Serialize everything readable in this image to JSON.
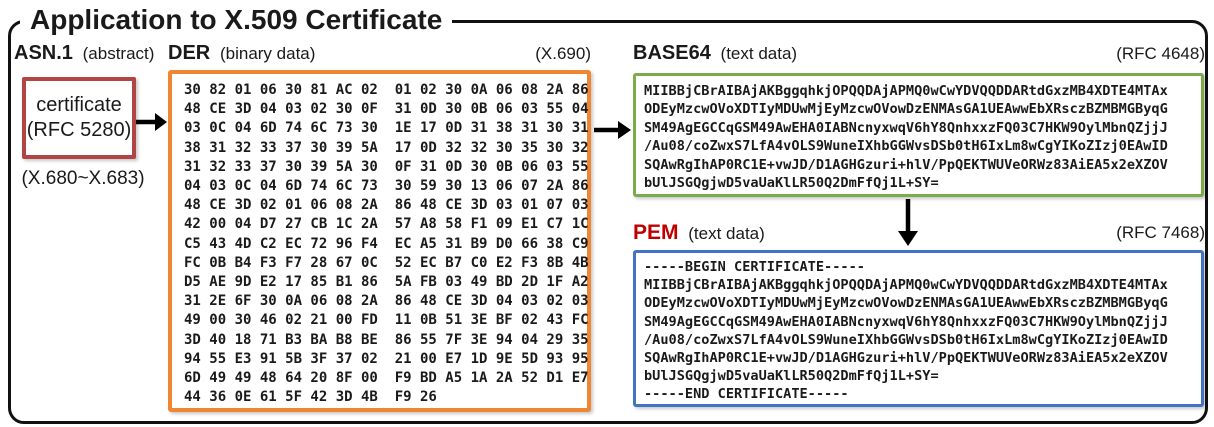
{
  "title": "Application to X.509 Certificate",
  "asn1": {
    "heading": "ASN.1",
    "heading_note": "(abstract)",
    "box_label_line1": "certificate",
    "box_label_line2": "(RFC 5280)",
    "standards_note": "(X.680~X.683)"
  },
  "der": {
    "heading": "DER",
    "heading_note": "(binary data)",
    "standard_ref": "(X.690)",
    "hex_lines": [
      "30 82 01 06 30 81 AC 02  01 02 30 0A 06 08 2A 86",
      "48 CE 3D 04 03 02 30 0F  31 0D 30 0B 06 03 55 04",
      "03 0C 04 6D 74 6C 73 30  1E 17 0D 31 38 31 30 31",
      "38 31 32 33 37 30 39 5A  17 0D 32 32 30 35 30 32",
      "31 32 33 37 30 39 5A 30  0F 31 0D 30 0B 06 03 55",
      "04 03 0C 04 6D 74 6C 73  30 59 30 13 06 07 2A 86",
      "48 CE 3D 02 01 06 08 2A  86 48 CE 3D 03 01 07 03",
      "42 00 04 D7 27 CB 1C 2A  57 A8 58 F1 09 E1 C7 1C",
      "C5 43 4D C2 EC 72 96 F4  EC A5 31 B9 D0 66 38 C9",
      "FC 0B B4 F3 F7 28 67 0C  52 EC B7 C0 E2 F3 8B 4B",
      "D5 AE 9D E2 17 85 B1 86  5A FB 03 49 BD 2D 1F A2",
      "31 2E 6F 30 0A 06 08 2A  86 48 CE 3D 04 03 02 03",
      "49 00 30 46 02 21 00 FD  11 0B 51 3E BF 02 43 FC",
      "3D 40 18 71 B3 BA B8 BE  86 55 7F 3E 94 04 29 35",
      "94 55 E3 91 5B 3F 37 02  21 00 E7 1D 9E 5D 93 95",
      "6D 49 49 48 64 20 8F 00  F9 BD A5 1A 2A 52 D1 E7",
      "44 36 0E 61 5F 42 3D 4B  F9 26"
    ]
  },
  "base64": {
    "heading": "BASE64",
    "heading_note": "(text data)",
    "standard_ref": "(RFC 4648)",
    "lines": [
      "MIIBBjCBrAIBAjAKBggqhkjOPQQDAjAPMQ0wCwYDVQQDDARtdGxzMB4XDTE4MTAx",
      "ODEyMzcwOVoXDTIyMDUwMjEyMzcwOVowDzENMAsGA1UEAwwEbXRsczBZMBMGByqG",
      "SM49AgEGCCqGSM49AwEHA0IABNcnyxwqV6hY8QnhxxzFQ03C7HKW9OylMbnQZjjJ",
      "/Au08/coZwxS7LfA4vOLS9WuneIXhbGGWvsDSb0tH6IxLm8wCgYIKoZIzj0EAwID",
      "SQAwRgIhAP0RC1E+vwJD/D1AGHGzuri+hlV/PpQEKTWUVeORWz83AiEA5x2eXZOV",
      "bUlJSGQgjwD5vaUaKlLR50Q2DmFfQj1L+SY="
    ]
  },
  "pem": {
    "heading": "PEM",
    "heading_note": "(text data)",
    "standard_ref": "(RFC 7468)",
    "lines": [
      "-----BEGIN CERTIFICATE-----",
      "MIIBBjCBrAIBAjAKBggqhkjOPQQDAjAPMQ0wCwYDVQQDDARtdGxzMB4XDTE4MTAx",
      "ODEyMzcwOVoXDTIyMDUwMjEyMzcwOVowDzENMAsGA1UEAwwEbXRsczBZMBMGByqG",
      "SM49AgEGCCqGSM49AwEHA0IABNcnyxwqV6hY8QnhxxzFQ03C7HKW9OylMbnQZjjJ",
      "/Au08/coZwxS7LfA4vOLS9WuneIXhbGGWvsDSb0tH6IxLm8wCgYIKoZIzj0EAwID",
      "SQAwRgIhAP0RC1E+vwJD/D1AGHGzuri+hlV/PpQEKTWUVeORWz83AiEA5x2eXZOV",
      "bUlJSGQgjwD5vaUaKlLR50Q2DmFfQj1L+SY=",
      "-----END CERTIFICATE-----"
    ]
  },
  "colors": {
    "certificate_border": "#b04543",
    "der_border": "#f08632",
    "base64_border": "#7cac49",
    "pem_border": "#4472c4",
    "pem_heading_text": "#c00000",
    "outline": "#111111",
    "arrow": "#000000"
  }
}
